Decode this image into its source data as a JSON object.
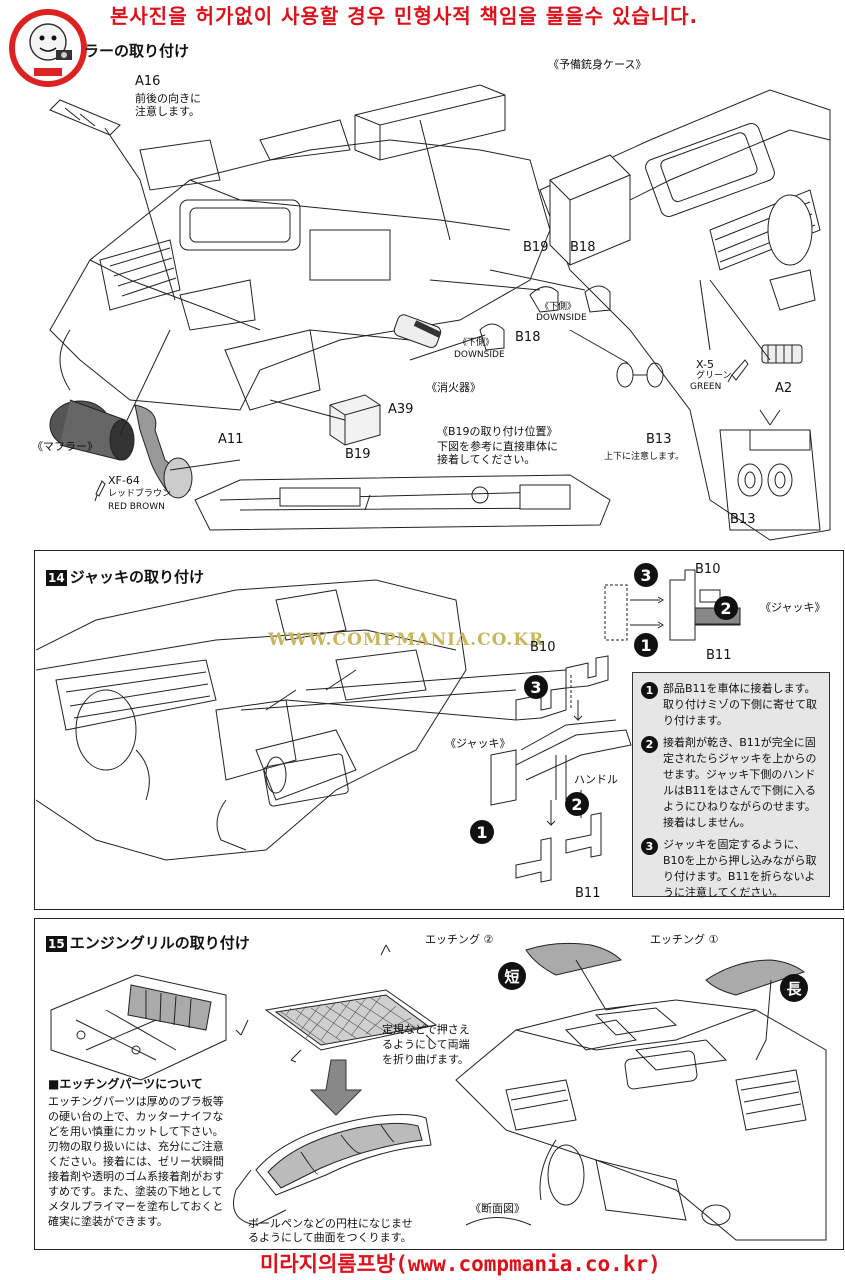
{
  "banner": {
    "top_text": "본사진을 허가없이 사용할 경우 민형사적 책임을 물을수 있습니다.",
    "bottom_text": "미라지의롬프방(www.compmania.co.kr)",
    "watermark": "WWW.COMPMANIA.CO.KR"
  },
  "step13": {
    "title": "ラーの取り付け",
    "labels": {
      "a16": "A16",
      "a16_note": "前後の向きに\n注意します。",
      "spare_barrel": "《予備銃身ケース》",
      "b19_a": "B19",
      "b18_a": "B18",
      "downside_jp_a": "《下側》",
      "downside_a": "DOWNSIDE",
      "b18_b": "B18",
      "downside_jp_b": "《下側》",
      "downside_b": "DOWNSIDE",
      "extinguisher": "《消火器》",
      "a39": "A39",
      "muffler": "《マフラー》",
      "a11": "A11",
      "xf64": "XF-64",
      "xf64_jp": "レッドブラウン",
      "xf64_en": "RED BROWN",
      "b19_pos_title": "《B19の取り付け位置》",
      "b19_pos_note": "下図を参考に直接車体に\n接着してください。",
      "b19_b": "B19",
      "x5": "X-5",
      "x5_jp": "グリーン",
      "x5_en": "GREEN",
      "a2": "A2",
      "b13_a": "B13",
      "b13_note": "上下に注意します。",
      "b13_b": "B13"
    }
  },
  "step14": {
    "number": "14",
    "title": "ジャッキの取り付け",
    "labels": {
      "b10": "B10",
      "b10_top": "B10",
      "b11_top": "B11",
      "jack_top": "《ジャッキ》",
      "jack": "《ジャッキ》",
      "handle": "ハンドル",
      "b11": "B11",
      "n1": "1",
      "n2": "2",
      "n3": "3"
    },
    "notes": [
      {
        "num": "1",
        "text": "部品B11を車体に接着します。取り付けミゾの下側に寄せて取り付けます。"
      },
      {
        "num": "2",
        "text": "接着剤が乾き、B11が完全に固定されたらジャッキを上からのせます。ジャッキ下側のハンドルはB11をはさんで下側に入るようにひねりながらのせます。接着はしません。"
      },
      {
        "num": "3",
        "text": "ジャッキを固定するように、B10を上から押し込みながら取り付けます。B11を折らないように注意してください。"
      }
    ]
  },
  "step15": {
    "number": "15",
    "title": "エンジングリルの取り付け",
    "labels": {
      "etching2": "エッチング ②",
      "etching1": "エッチング ①",
      "short": "短",
      "long": "長",
      "bend_note": "定規などで押さえ\nるようにして両端\nを折り曲げます。",
      "etching_title": "■エッチングパーツについて",
      "etching_body": "エッチングパーツは厚めのプラ板等の硬い台の上で、カッターナイフなどを用い慎重にカットして下さい。刃物の取り扱いには、充分にご注意ください。接着には、ゼリー状瞬間接着剤や透明のゴム系接着剤がおすすめです。また、塗装の下地としてメタルプライマーを塗布しておくと確実に塗装ができます。",
      "curve_note": "ボールペンなどの円柱になじませ\nるようにして曲面をつくります。",
      "cross_section": "《断面図》"
    }
  }
}
